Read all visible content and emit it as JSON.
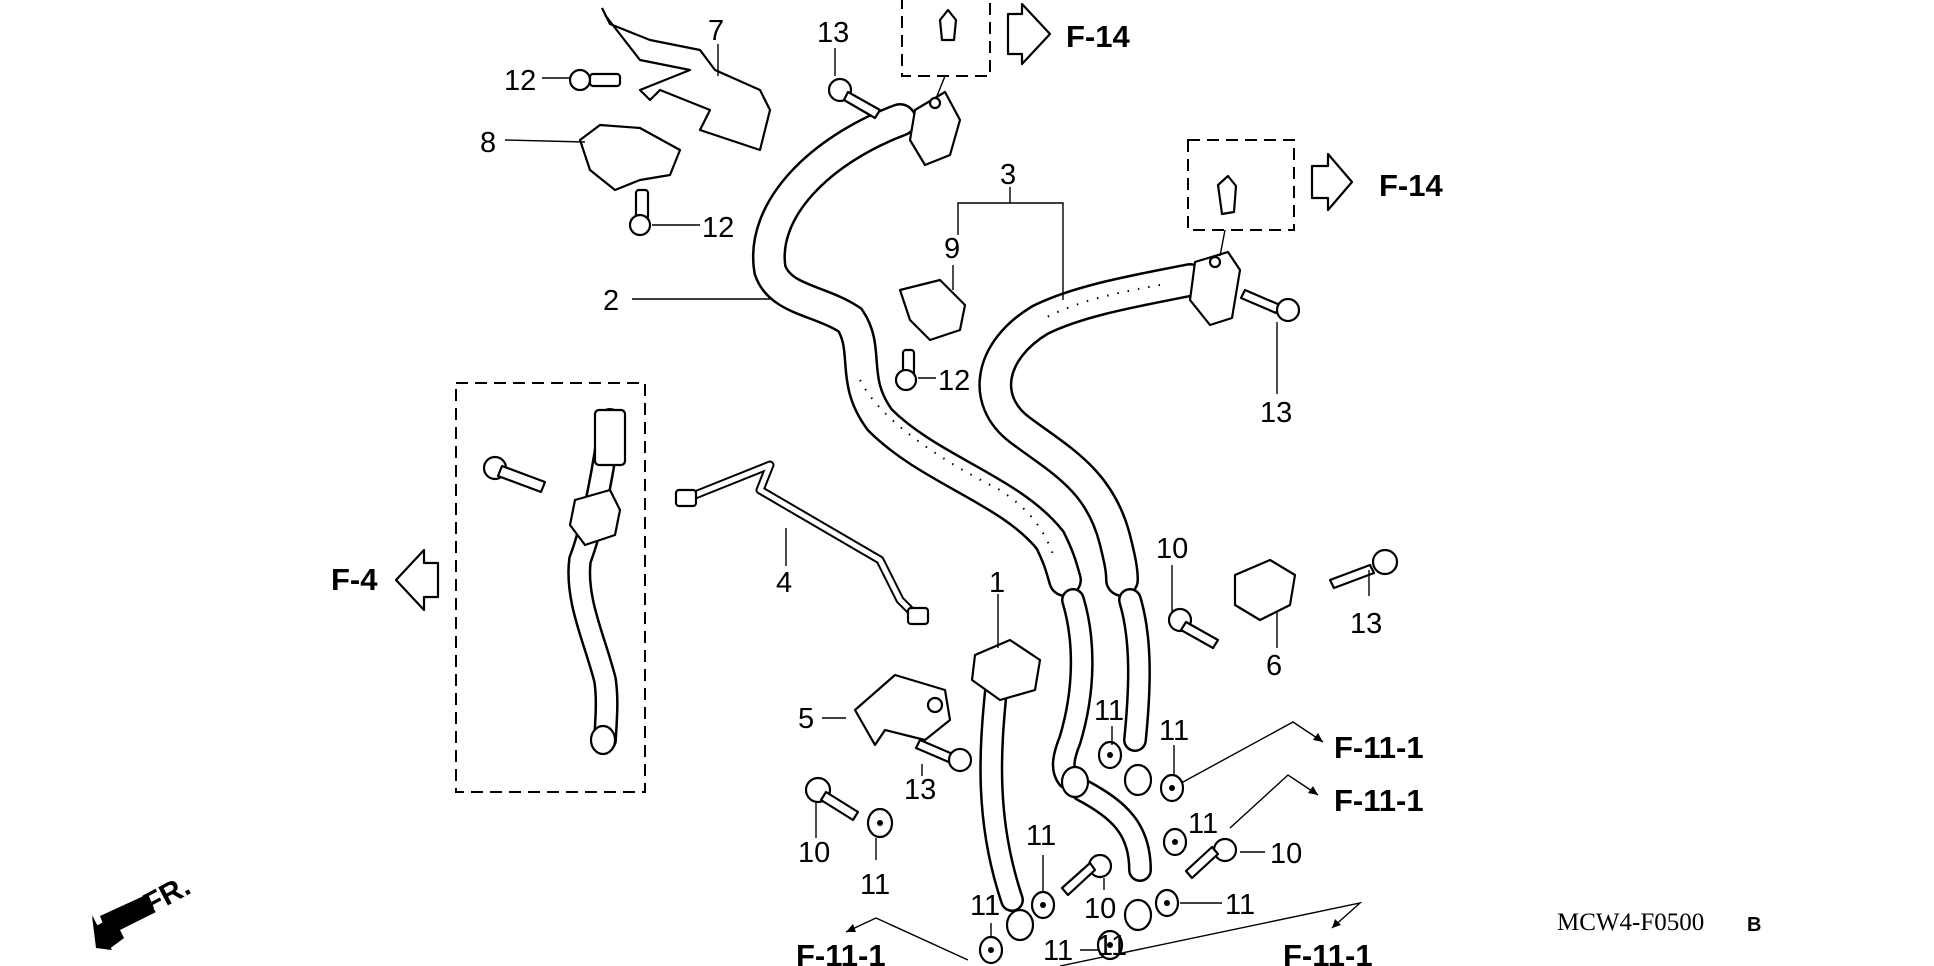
{
  "diagram": {
    "title": "Front brake hose assembly exploded view",
    "code": "MCW4-F0500",
    "code_suffix": "B",
    "front_indicator": "FR.",
    "callouts": [
      {
        "id": "c7",
        "label": "7"
      },
      {
        "id": "c13a",
        "label": "13"
      },
      {
        "id": "c12a",
        "label": "12"
      },
      {
        "id": "c8",
        "label": "8"
      },
      {
        "id": "c12b",
        "label": "12"
      },
      {
        "id": "c2",
        "label": "2"
      },
      {
        "id": "c3",
        "label": "3"
      },
      {
        "id": "c9",
        "label": "9"
      },
      {
        "id": "c12c",
        "label": "12"
      },
      {
        "id": "c13b",
        "label": "13"
      },
      {
        "id": "c4",
        "label": "4"
      },
      {
        "id": "c1",
        "label": "1"
      },
      {
        "id": "c10a",
        "label": "10"
      },
      {
        "id": "c6",
        "label": "6"
      },
      {
        "id": "c13c",
        "label": "13"
      },
      {
        "id": "c5",
        "label": "5"
      },
      {
        "id": "c11a",
        "label": "11"
      },
      {
        "id": "c11b",
        "label": "11"
      },
      {
        "id": "c13d",
        "label": "13"
      },
      {
        "id": "c10b",
        "label": "10"
      },
      {
        "id": "c11c",
        "label": "11"
      },
      {
        "id": "c11d",
        "label": "11"
      },
      {
        "id": "c11e",
        "label": "11"
      },
      {
        "id": "c10c",
        "label": "10"
      },
      {
        "id": "c11f",
        "label": "11"
      },
      {
        "id": "c11g",
        "label": "11"
      },
      {
        "id": "c10d",
        "label": "10"
      },
      {
        "id": "c11h",
        "label": "11"
      },
      {
        "id": "c11i",
        "label": "11"
      }
    ],
    "references": [
      {
        "id": "r1",
        "label": "F-14"
      },
      {
        "id": "r2",
        "label": "F-14"
      },
      {
        "id": "r3",
        "label": "F-4"
      },
      {
        "id": "r4",
        "label": "F-11-1"
      },
      {
        "id": "r5",
        "label": "F-11-1"
      },
      {
        "id": "r6",
        "label": "F-11-1"
      },
      {
        "id": "r7",
        "label": "F-11-1"
      }
    ]
  }
}
